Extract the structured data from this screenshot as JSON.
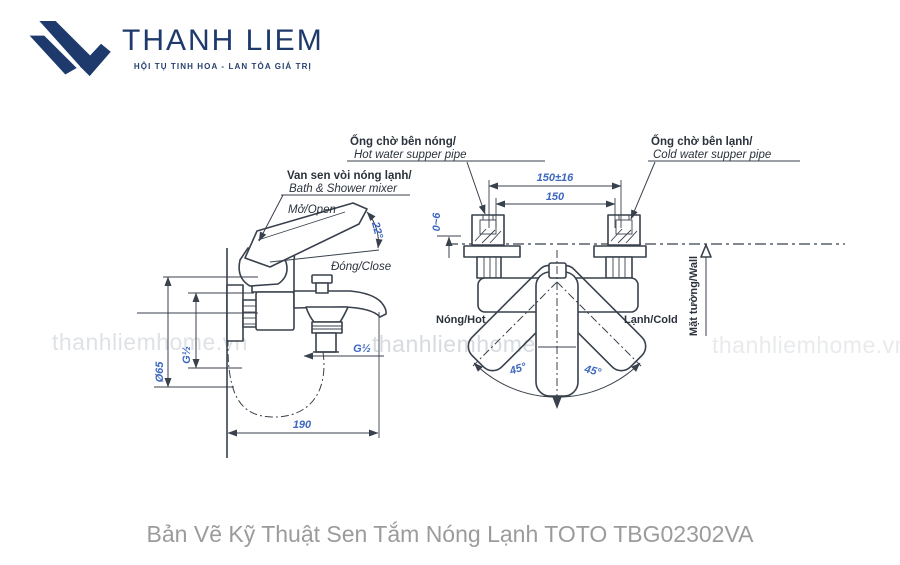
{
  "header": {
    "logo": {
      "name": "THANH LIEM",
      "tagline": "HỘI TỤ TINH HOA - LAN TỎA GIÁ TRỊ"
    }
  },
  "watermark": {
    "text": "thanhliemhome.vn"
  },
  "caption": "Bản Vẽ Kỹ Thuật Sen Tắm Nóng Lạnh TOTO TBG02302VA",
  "colors": {
    "brand": "#1e3a6c",
    "drawing_line": "#39414c",
    "dimension_text": "#3e68c0",
    "caption_text": "#9b9b9b"
  },
  "side_view": {
    "labels": {
      "mixer_vi": "Van sen vòi nóng lạnh/",
      "mixer_en": "Bath & Shower mixer",
      "open": "Mở/Open",
      "close": "Đóng/Close",
      "handle_angle": "22°",
      "outlet_thread": "G½",
      "inlet_thread": "G½",
      "escutcheon_diameter": "Ø65",
      "spout_reach": "190"
    }
  },
  "front_view": {
    "labels": {
      "hot_pipe_vi": "Ống chờ bên nóng/",
      "hot_pipe_en": "Hot water supper pipe",
      "cold_pipe_vi": "Ống chờ bên lạnh/",
      "cold_pipe_en": "Cold water supper pipe",
      "pitch_tolerance": "150±16",
      "pitch": "150",
      "wall_adjust": "0~6",
      "hot": "Nóng/Hot",
      "cold": "Lạnh/Cold",
      "wall": "Mặt tường/Wall",
      "swing_left": "45°",
      "swing_right": "45°"
    }
  }
}
